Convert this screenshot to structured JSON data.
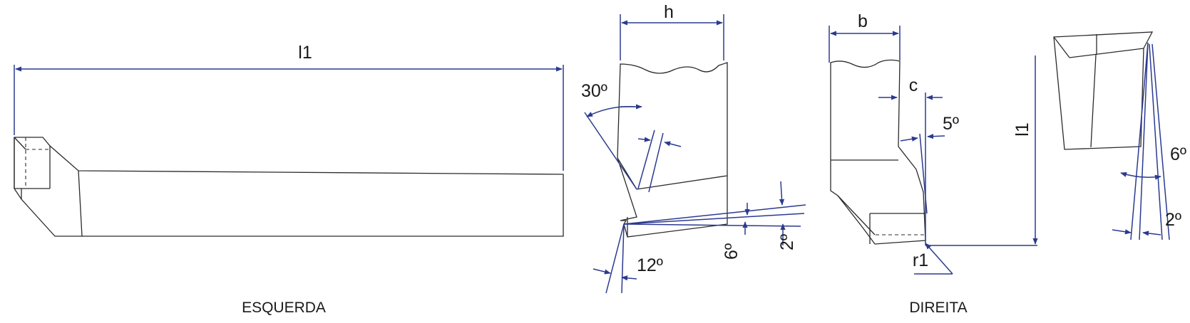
{
  "labels": {
    "l1_left": "l1",
    "h": "h",
    "angle_30": "30º",
    "angle_12": "12º",
    "angle_6_mid": "6º",
    "angle_2_mid": "2º",
    "b": "b",
    "c": "c",
    "angle_5": "5º",
    "l1_right": "l1",
    "r1": "r1",
    "angle_6_right": "6º",
    "angle_2_right": "2º"
  },
  "captions": {
    "left": "ESQUERDA",
    "right": "DIREITA"
  },
  "colors": {
    "outline": "#2b2b2b",
    "dimension": "#2b3a8f",
    "text": "#1a1a1a",
    "background": "#ffffff"
  }
}
